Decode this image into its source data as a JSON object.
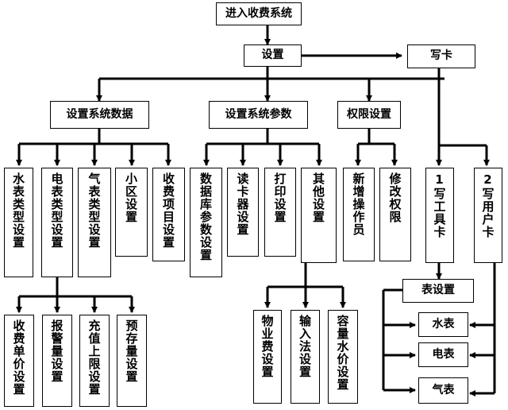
{
  "root": "进入收费系统",
  "setup": "设置",
  "write_card": "写卡",
  "level2": {
    "system_data": "设置系统数据",
    "system_params": "设置系统参数",
    "permission": "权限设置"
  },
  "data_items": [
    "水表类型设置",
    "电表类型设置",
    "气表类型设置",
    "小区设置",
    "收费项目设置"
  ],
  "data_sub_items": [
    "收费单价设置",
    "报警量设置",
    "充值上限设置",
    "预存量设置"
  ],
  "param_items": [
    "数据库参数设置",
    "读卡器设置",
    "打印设置",
    "其他设置"
  ],
  "other_sub_items": [
    "物业费设置",
    "输入法设置",
    "容量水价设置"
  ],
  "permission_items": [
    "新增操作员",
    "修改权限"
  ],
  "card_items": [
    "1写工具卡",
    "2写用户卡"
  ],
  "meter_setup": "表设置",
  "meter_items": [
    "水表",
    "电表",
    "气表"
  ]
}
